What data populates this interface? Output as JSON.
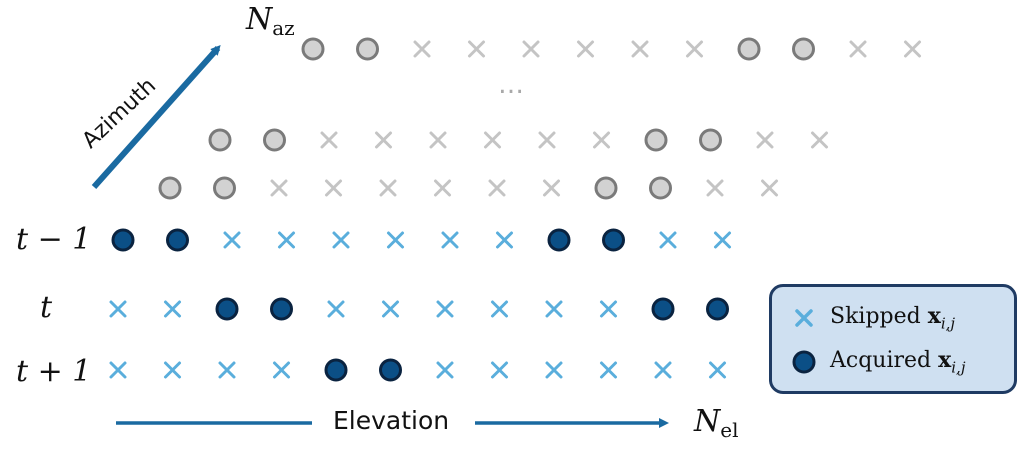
{
  "colors": {
    "acquired_fill": "#0b4f86",
    "acquired_stroke": "#0a2340",
    "skipped": "#5aaedc",
    "ghost_circle_fill": "#d2d2d2",
    "ghost_circle_stroke": "#7a7a7a",
    "ghost_cross": "#c4c4c4",
    "arrow": "#1a6aa1",
    "legend_bg": "#cfe0f1",
    "legend_border": "#1f3b63"
  },
  "row_labels": {
    "t_minus_1": "t − 1",
    "t": "t",
    "t_plus_1": "t + 1"
  },
  "ellipsis": "…",
  "axes": {
    "azimuth_label": "Azimuth",
    "azimuth_end_symbol": "N",
    "azimuth_end_subscript": "az",
    "elevation_label": "Elevation",
    "elevation_end_symbol": "N",
    "elevation_end_subscript": "el"
  },
  "legend": {
    "skipped_text": "Skipped",
    "acquired_text": "Acquired",
    "vector_symbol": "x",
    "vector_subscript": "i,j"
  },
  "sampling_rows": [
    {
      "name": "frame-az-3",
      "style": "ghost",
      "pattern": "ooxxxxxxooxx"
    },
    {
      "name": "frame-az-2",
      "style": "ghost",
      "pattern": "ooxxxxxxooxx"
    },
    {
      "name": "frame-az-1",
      "style": "ghost",
      "pattern": "ooxxxxxxooxx"
    },
    {
      "name": "frame-t-minus-1",
      "style": "current",
      "pattern": "ooxxxxxxooxx"
    },
    {
      "name": "frame-t",
      "style": "current",
      "pattern": "xxooxxxxxxoo"
    },
    {
      "name": "frame-t-plus-1",
      "style": "current",
      "pattern": "xxxxooxxxxxx"
    }
  ]
}
